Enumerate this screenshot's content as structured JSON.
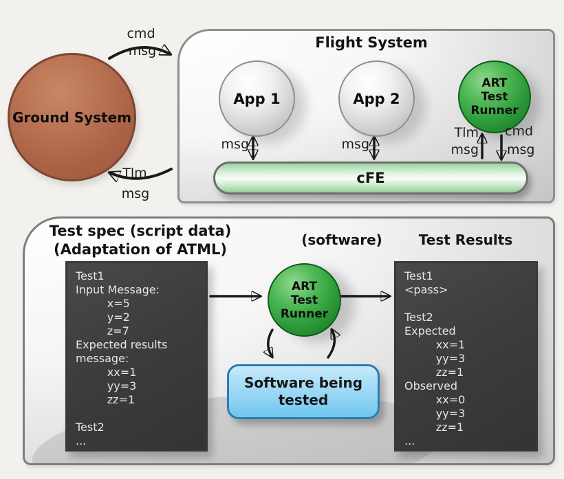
{
  "colors": {
    "background": "#f2f1ee",
    "ground_circle": "#aa6246",
    "flight_box_fill": "#dedede",
    "app_circle_fill": "#dadada",
    "art_green": "#2f9e3c",
    "cfe_green": "#a8dbaa",
    "code_panel_bg": "#3d3c3c",
    "code_panel_text": "#e6e5e5",
    "software_box_blue": "#93d4f3",
    "software_box_border": "#2b7cb4",
    "arrow_black": "#1a1a1a"
  },
  "top": {
    "ground_system_label": "Ground System",
    "cmd_link": {
      "line1": "cmd",
      "line2": "msg"
    },
    "tlm_link": {
      "line1": "Tlm",
      "line2": "msg"
    },
    "flight_system": {
      "title": "Flight System",
      "app1_label": "App 1",
      "app2_label": "App 2",
      "art_runner_lines": [
        "ART",
        "Test",
        "Runner"
      ],
      "app1_msg": "msg",
      "app2_msg": "msg",
      "tlm_up": {
        "line1": "Tlm",
        "line2": "msg"
      },
      "cmd_down": {
        "line1": "cmd",
        "line2": "msg"
      },
      "cfe_label": "cFE"
    }
  },
  "bottom": {
    "test_spec": {
      "title_line1": "Test spec (script data)",
      "title_line2": "(Adaptation of ATML)",
      "code": [
        "Test1",
        "Input Message:",
        "         x=5",
        "         y=2",
        "         z=7",
        "Expected results",
        "message:",
        "         xx=1",
        "         yy=3",
        "         zz=1",
        "",
        "Test2",
        "..."
      ]
    },
    "software_label": "(software)",
    "art_runner_lines": [
      "ART",
      "Test",
      "Runner"
    ],
    "software_being_tested_lines": [
      "Software being",
      "tested"
    ],
    "test_results": {
      "title": "Test Results",
      "code": [
        "Test1",
        "<pass>",
        "",
        "Test2",
        "Expected",
        "         xx=1",
        "         yy=3",
        "         zz=1",
        "Observed",
        "         xx=0",
        "         yy=3",
        "         zz=1",
        "..."
      ]
    }
  }
}
